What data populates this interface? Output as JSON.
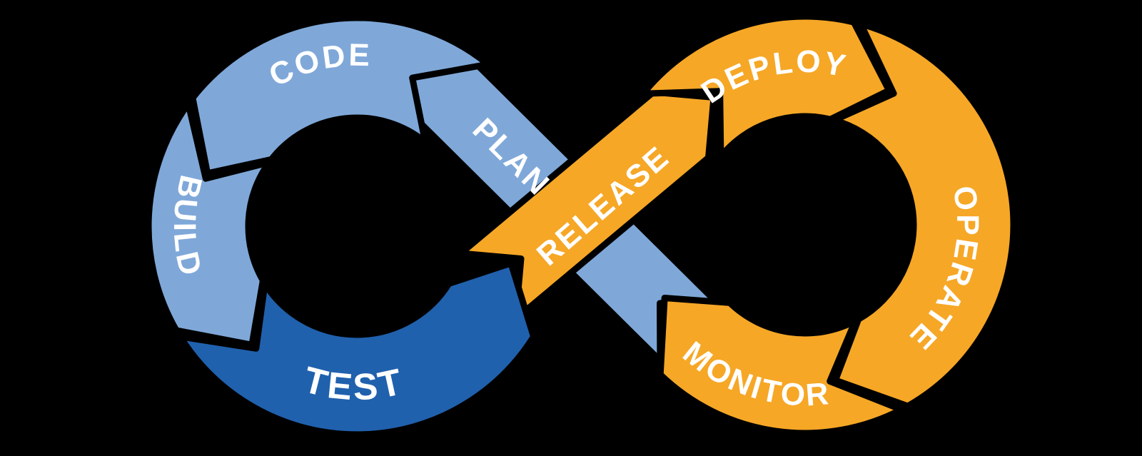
{
  "colors": {
    "background": "#000000",
    "light_blue": "#7FA8D9",
    "dark_blue": "#2061AE",
    "orange": "#F6A726",
    "label": "#FFFFFF"
  },
  "stages": [
    {
      "id": "plan",
      "label": "PLAN",
      "color": "light_blue",
      "loop": "left"
    },
    {
      "id": "code",
      "label": "CODE",
      "color": "light_blue",
      "loop": "left"
    },
    {
      "id": "build",
      "label": "BUILD",
      "color": "light_blue",
      "loop": "left"
    },
    {
      "id": "test",
      "label": "TEST",
      "color": "dark_blue",
      "loop": "left"
    },
    {
      "id": "release",
      "label": "RELEASE",
      "color": "orange",
      "loop": "right"
    },
    {
      "id": "deploy",
      "label": "DEPLOY",
      "color": "orange",
      "loop": "right"
    },
    {
      "id": "operate",
      "label": "OPERATE",
      "color": "orange",
      "loop": "right"
    },
    {
      "id": "monitor",
      "label": "MONITOR",
      "color": "orange",
      "loop": "right"
    }
  ]
}
